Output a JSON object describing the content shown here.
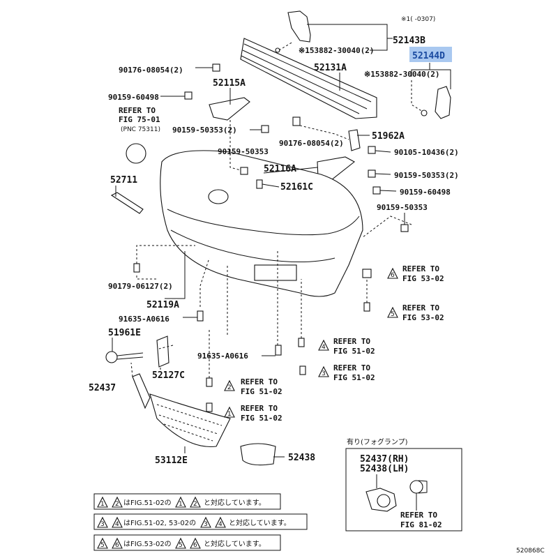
{
  "header": {
    "range_note": "※1(      -0307)"
  },
  "highlight_color": "#a9c8f0",
  "labels": {
    "p52143B": "52143B",
    "clip_a": "※153882-30040(2)",
    "p52144D": "52144D",
    "p52131A": "52131A",
    "bolt_90176_a": "90176-08054(2)",
    "clip_b": "※153882-30040(2)",
    "p52115A": "52115A",
    "screw_60498_a": "90159-60498",
    "refer_75_1": "REFER TO",
    "refer_75_2": "FIG 75-01",
    "refer_75_3": "(PNC 75311)",
    "screw_50353_a": "90159-50353(2)",
    "p51962A": "51962A",
    "bolt_90176_b": "90176-08054(2)",
    "bolt_90105": "90105-10436(2)",
    "screw_50353_b": "90159-50353",
    "p52116A": "52116A",
    "screw_50353_c": "90159-50353(2)",
    "p52711": "52711",
    "p52161C": "52161C",
    "screw_60498_b": "90159-60498",
    "screw_50353_d": "90159-50353",
    "clip_90179": "90179-06127(2)",
    "p52119A": "52119A",
    "screw_91635_a": "91635-A0616",
    "p51961E": "51961E",
    "screw_91635_b": "91635-A0616",
    "p52127C": "52127C",
    "p52437": "52437",
    "p53112E": "53112E",
    "p52438": "52438"
  },
  "refs": [
    {
      "num": "6",
      "line1": "REFER TO",
      "line2": "FIG 53-02"
    },
    {
      "num": "5",
      "line1": "REFER TO",
      "line2": "FIG 53-02"
    },
    {
      "num": "4",
      "line1": "REFER TO",
      "line2": "FIG 51-02"
    },
    {
      "num": "3",
      "line1": "REFER TO",
      "line2": "FIG 51-02"
    },
    {
      "num": "2",
      "line1": "REFER TO",
      "line2": "FIG 51-02"
    },
    {
      "num": "1",
      "line1": "REFER TO",
      "line2": "FIG 51-02"
    }
  ],
  "inset": {
    "title": "有り(フォグランプ)",
    "rh": "52437(RH)",
    "lh": "52438(LH)",
    "refer1": "REFER TO",
    "refer2": "FIG 81-02"
  },
  "notes": [
    {
      "a": "1",
      "b": "2",
      "mid": "はFIG.51-02の",
      "end": "と対応しています。"
    },
    {
      "a": "3",
      "b": "4",
      "mid": "はFIG.51-02, 53-02の",
      "end": "と対応しています。"
    },
    {
      "a": "5",
      "b": "6",
      "mid": "はFIG.53-02の",
      "end": "と対応しています。"
    }
  ],
  "footer": {
    "diagram_code": "520868C"
  }
}
